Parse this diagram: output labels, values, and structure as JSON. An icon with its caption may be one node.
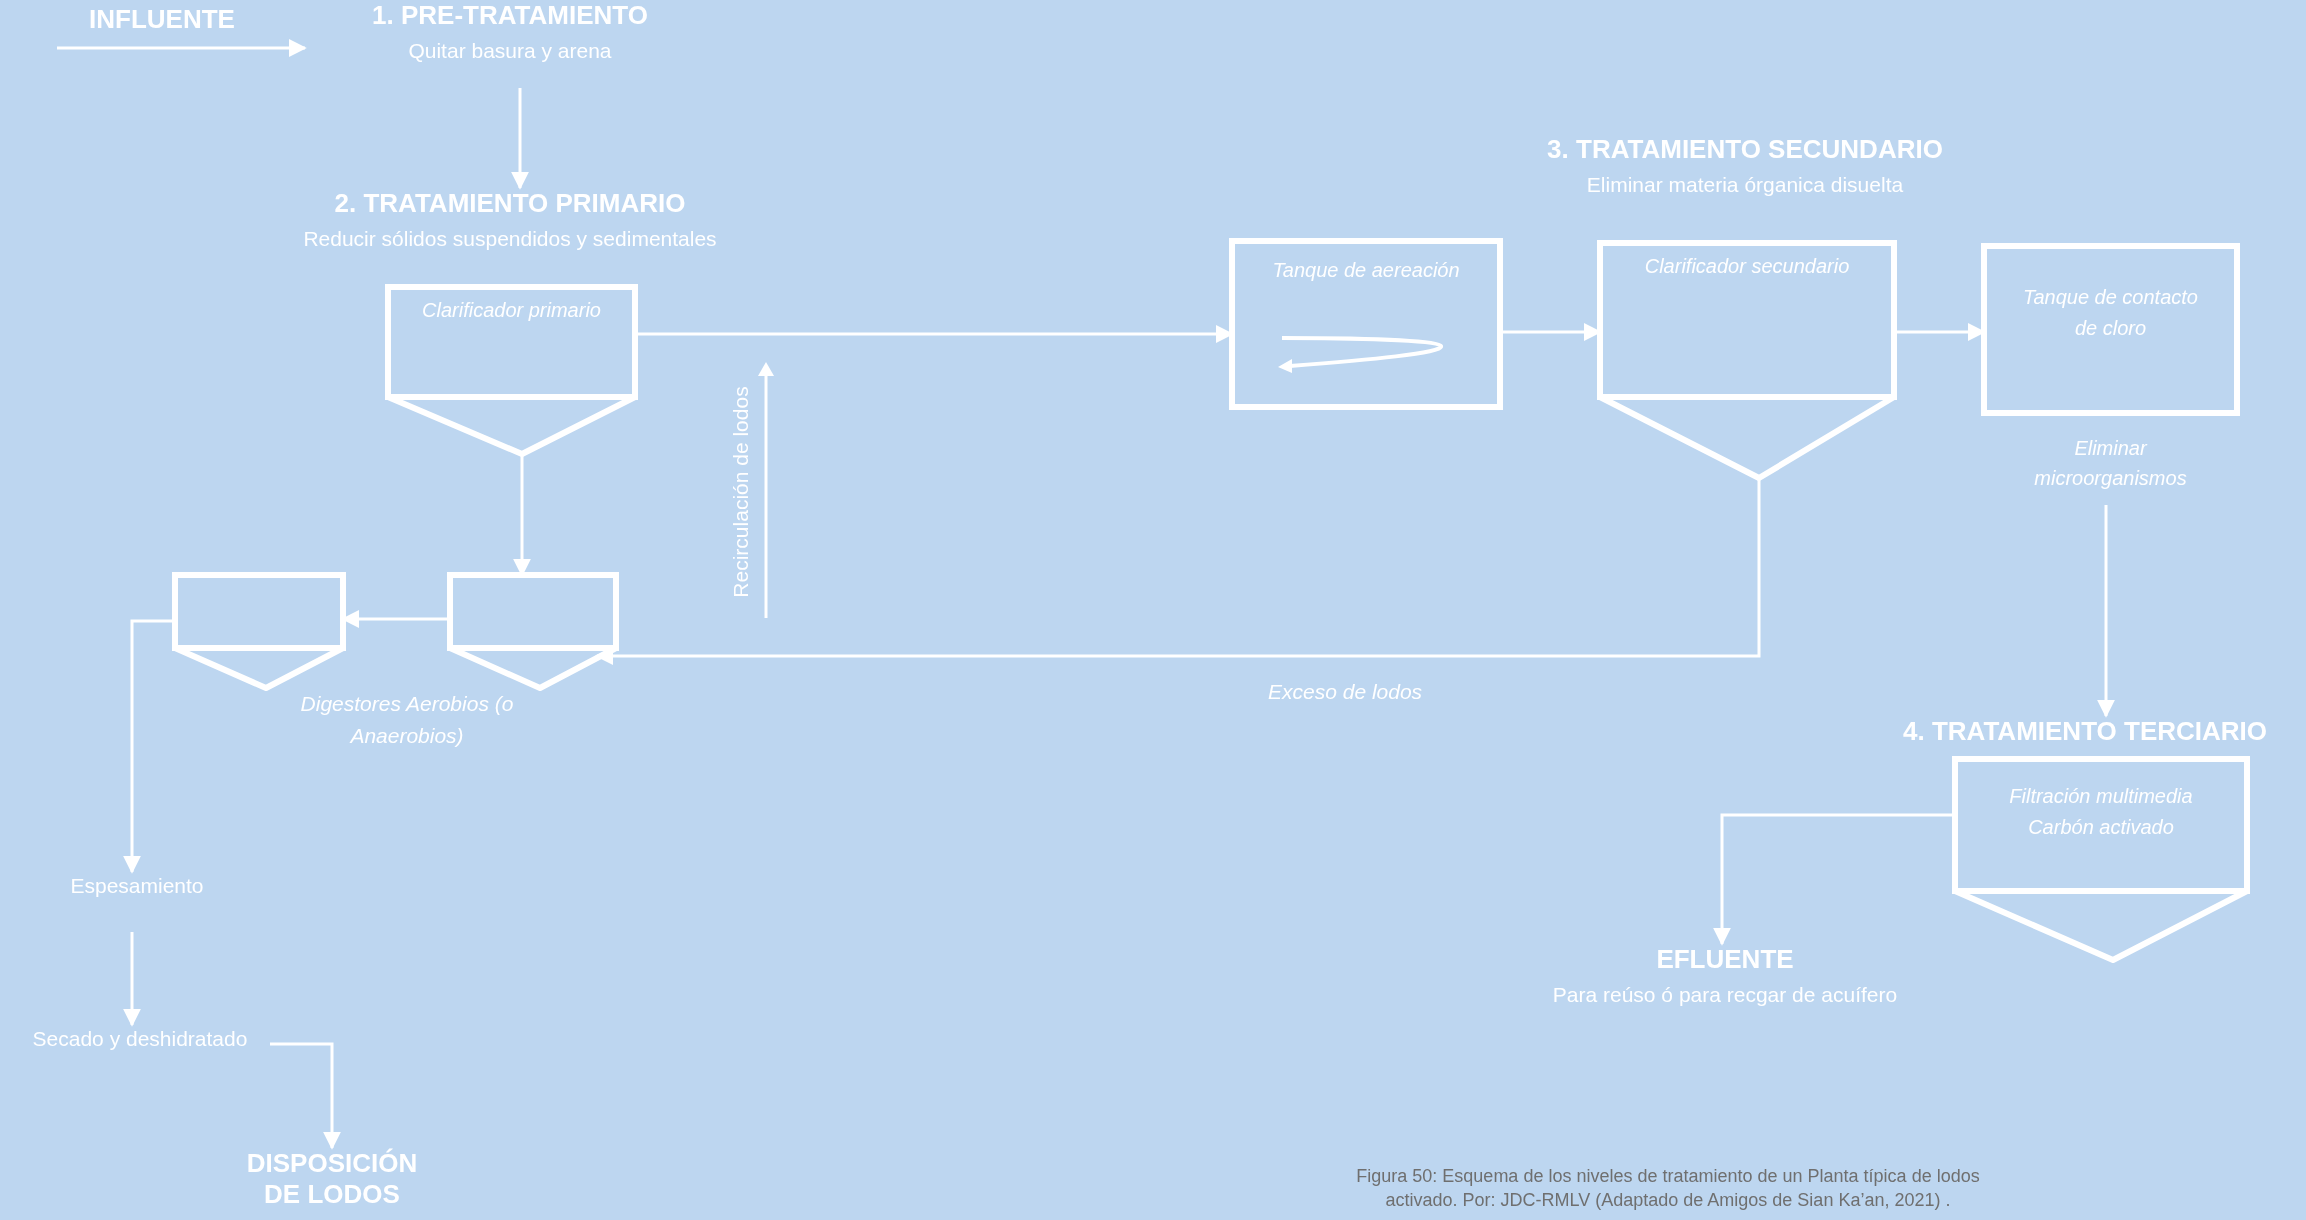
{
  "diagram": {
    "caption": "Figura 50: Esquema de los niveles de tratamiento de un Planta típica de lodos activado. Por: JDC-RMLV (Adaptado de Amigos de Sian Ka’an, 2021) .",
    "nodes": [
      {
        "text": [
          "INFLUENTE"
        ]
      },
      {
        "text": [
          "1. PRE-TRATAMIENTO",
          "Quitar basura y arena"
        ]
      },
      {
        "text": [
          "2. TRATAMIENTO PRIMARIO",
          "Reducir sólidos suspendidos y sedimentales"
        ]
      },
      {
        "text": [
          "Clarificador primario"
        ]
      },
      {
        "text": [],
        "shape": "hopper"
      },
      {
        "text": [],
        "shape": "hopper"
      },
      {
        "text": [
          "Espesamiento"
        ]
      },
      {
        "text": [
          "Secado y deshidratado"
        ]
      },
      {
        "text": [
          "DISPOSICIÓN DE LODOS"
        ]
      },
      {
        "text": [
          "3. TRATAMIENTO SECUNDARIO",
          "Eliminar materia órganica disuelta"
        ]
      },
      {
        "text": [
          "Tanque de aereación"
        ]
      },
      {
        "text": [
          "Clarificador secundario"
        ]
      },
      {
        "text": [
          "Tanque de contacto de cloro"
        ],
        "beside": [
          "Eliminar microorganismos"
        ]
      },
      {
        "text": [
          "4. TRATAMIENTO TERCIARIO"
        ]
      },
      {
        "text": [
          "Filtración multimedia",
          "Carbón activado"
        ]
      },
      {
        "text": [
          "EFLUENTE",
          "Para reúso ó para recgar de acuífero"
        ]
      }
    ],
    "edges": [
      {
        "from": 0,
        "to": 1,
        "arrow": "to"
      },
      {
        "from": 1,
        "to": 2,
        "arrow": "to"
      },
      {
        "from": 3,
        "to": 5,
        "arrow": "to"
      },
      {
        "from": 5,
        "to": 4,
        "arrow": "to"
      },
      {
        "from": 4,
        "to": 6,
        "arrow": "to"
      },
      {
        "from": 6,
        "to": 7,
        "arrow": "to"
      },
      {
        "from": 7,
        "to": 8,
        "arrow": "to"
      },
      {
        "from": 3,
        "to": 10,
        "arrow": "to"
      },
      {
        "from": 10,
        "to": 11,
        "arrow": "to"
      },
      {
        "from": 11,
        "to": 12,
        "arrow": "to"
      },
      {
        "from": 12,
        "to": 13,
        "arrow": "to"
      },
      {
        "from": 14,
        "to": 15,
        "arrow": "to"
      },
      {
        "from": 11,
        "to": 5,
        "arrow": "to",
        "label": "Exceso de lodos"
      }
    ],
    "labels": [
      "Recirculación de lodos",
      "Digestores Aerobios (o Anaerobios)"
    ]
  }
}
